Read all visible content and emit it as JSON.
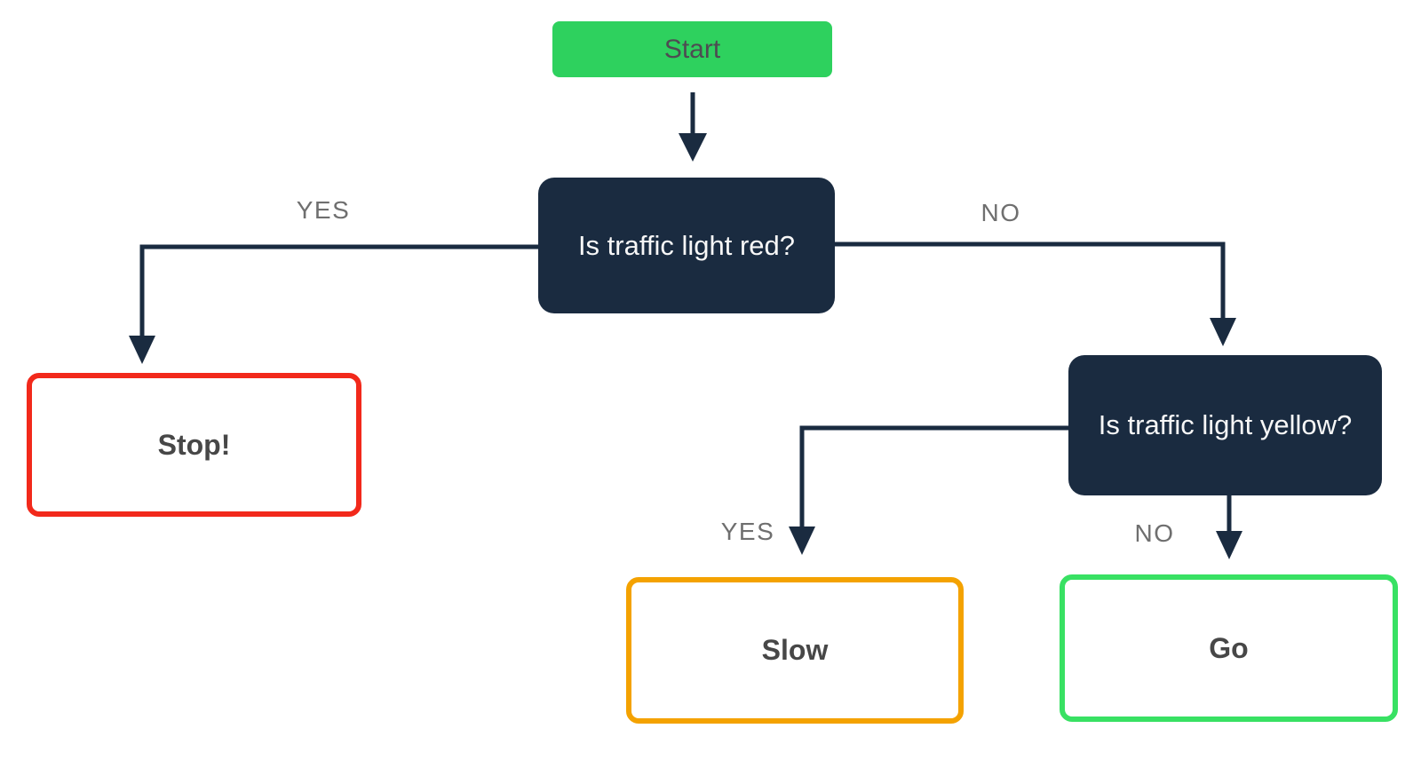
{
  "diagram": {
    "nodes": {
      "start": {
        "label": "Start"
      },
      "q_red": {
        "label": "Is traffic light red?"
      },
      "stop": {
        "label": "Stop!"
      },
      "q_yellow": {
        "label": "Is traffic light yellow?"
      },
      "slow": {
        "label": "Slow"
      },
      "go": {
        "label": "Go"
      }
    },
    "edges": [
      {
        "from": "start",
        "to": "q_red"
      },
      {
        "from": "q_red",
        "to": "stop",
        "label": "YES"
      },
      {
        "from": "q_red",
        "to": "q_yellow",
        "label": "NO"
      },
      {
        "from": "q_yellow",
        "to": "slow",
        "label": "YES"
      },
      {
        "from": "q_yellow",
        "to": "go",
        "label": "NO"
      }
    ]
  },
  "colors": {
    "navy": "#1a2b40",
    "start_green": "#2ed15e",
    "go_green": "#38e163",
    "stop_red": "#f2291b",
    "slow_orange": "#f4a200",
    "edge_label_gray": "#6f6f6f",
    "outcome_text": "#474747",
    "decision_text": "#f7f7f7",
    "start_text": "#4e4b52",
    "background": "#ffffff"
  }
}
